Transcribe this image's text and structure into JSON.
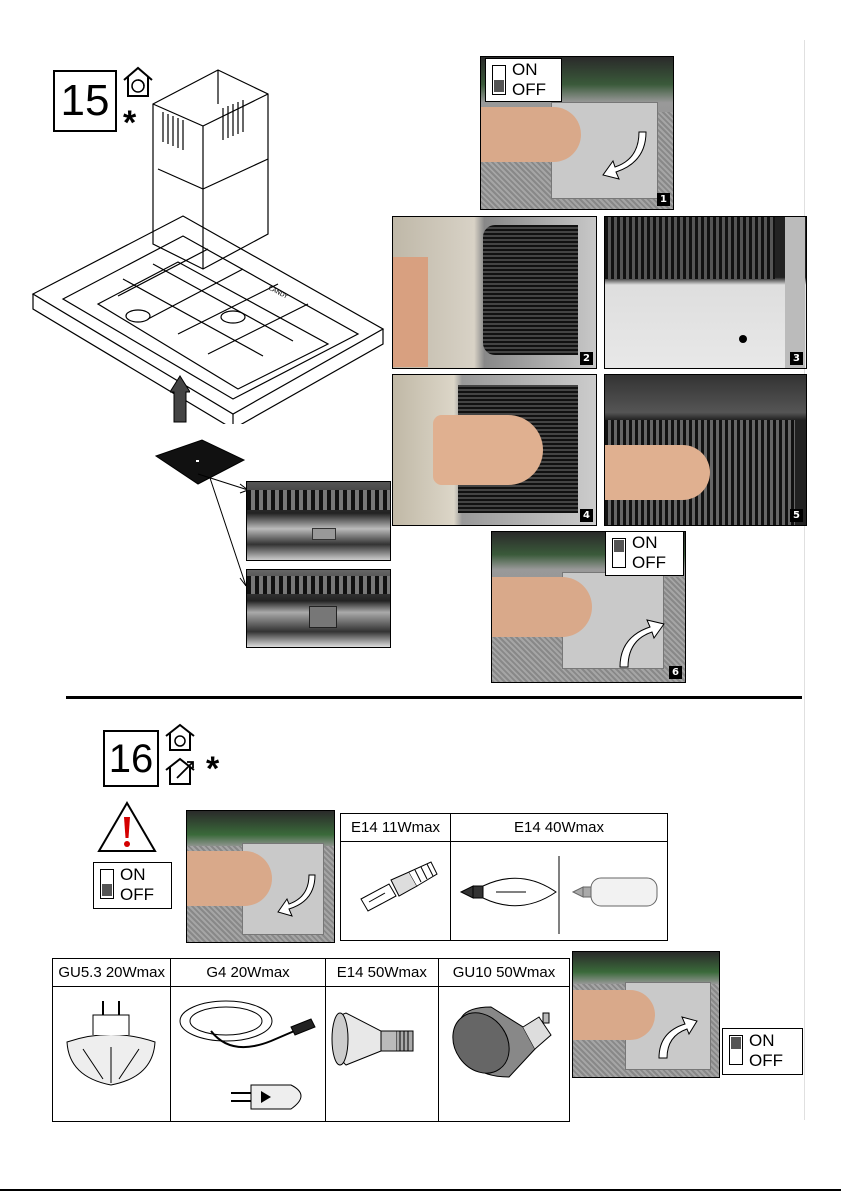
{
  "step15": {
    "number": "15",
    "asterisk": "*"
  },
  "step16": {
    "number": "16",
    "asterisk": "*"
  },
  "switch": {
    "on": "ON",
    "off": "OFF"
  },
  "photos": {
    "n1": "1",
    "n2": "2",
    "n3": "3",
    "n4": "4",
    "n5": "5",
    "n6": "6"
  },
  "bulbs_top": {
    "headers": [
      "E14 11Wmax",
      "E14 40Wmax"
    ]
  },
  "bulbs_bottom": {
    "headers": [
      "GU5.3 20Wmax",
      "G4 20Wmax",
      "E14 50Wmax",
      "GU10 50Wmax"
    ]
  }
}
